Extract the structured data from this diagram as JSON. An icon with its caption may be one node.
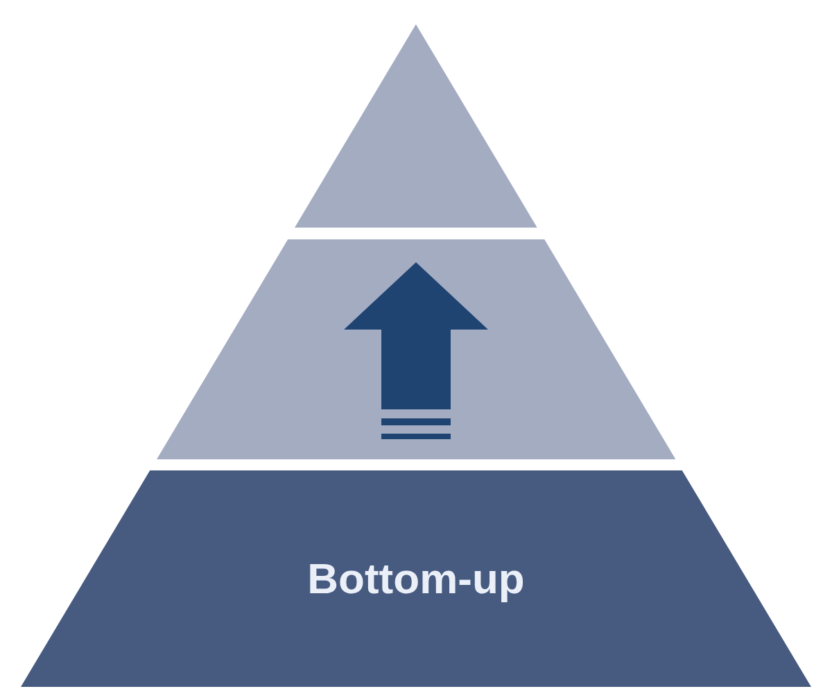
{
  "diagram": {
    "nodes": [
      {
        "text": [],
        "shape": "triangle"
      },
      {
        "text": [],
        "shape": "trapezoid"
      },
      {
        "text": [
          "Bottom-up"
        ]
      }
    ]
  }
}
